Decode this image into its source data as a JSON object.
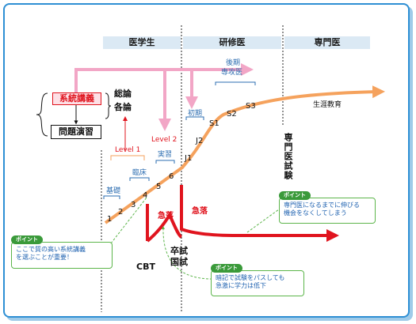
{
  "phases": [
    "医学生",
    "研修医",
    "専門医"
  ],
  "left_panel": {
    "core": "系統講義",
    "items": [
      "総論",
      "各論"
    ],
    "practice": "問題演習"
  },
  "levels": [
    "Level 1",
    "Level 2"
  ],
  "stage_labels": {
    "kiso": "基礎",
    "rinsho": "臨床",
    "jisshu": "実習",
    "shoki": "初期",
    "koki_line1": "後期",
    "koki_line2": "専攻医",
    "lifelong": "生涯教育"
  },
  "points": [
    "1",
    "2",
    "3",
    "4",
    "5",
    "6",
    "J1",
    "J2",
    "S1",
    "S2",
    "S3"
  ],
  "drops": [
    "急落",
    "急落"
  ],
  "exams": {
    "cbt": "CBT",
    "grad": "卒試",
    "national": "国試",
    "specialist": "専門医試験"
  },
  "notes": {
    "tag": "ポイント",
    "left": [
      "ここで質の高い系統講義",
      "を選ぶことが重要！"
    ],
    "right": [
      "専門医になるまでに伸びる",
      "機会をなくしてしまう"
    ],
    "bottom": [
      "暗記で試験をパスしても",
      "急激に学力は低下"
    ]
  },
  "colors": {
    "frame": "#2e8fd4",
    "orange": "#f5a25d",
    "pink": "#f2a6c6",
    "red": "#e0141e",
    "blue_label": "#2b6cb0",
    "green": "#5cb54a"
  }
}
